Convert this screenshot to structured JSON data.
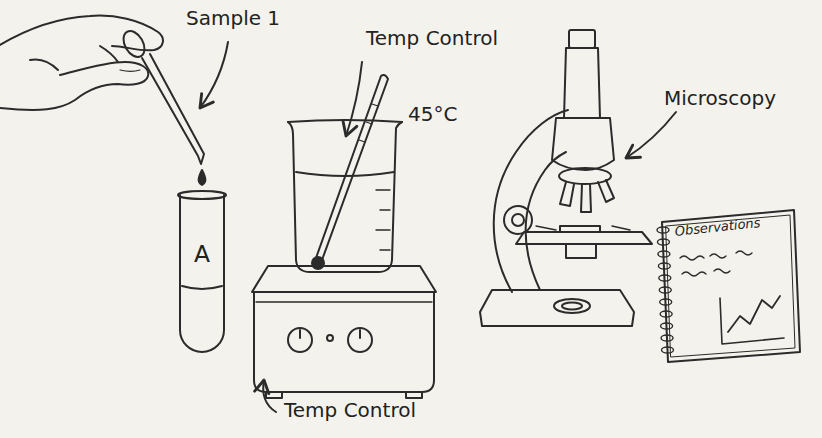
{
  "diagram": {
    "nodes": [
      {
        "text": [
          "A"
        ]
      },
      {
        "text": [
          "Observations"
        ]
      }
    ],
    "labels": [
      "Sample 1",
      "Temp Control",
      "45°C",
      "Microscopy",
      "Temp Control"
    ]
  }
}
